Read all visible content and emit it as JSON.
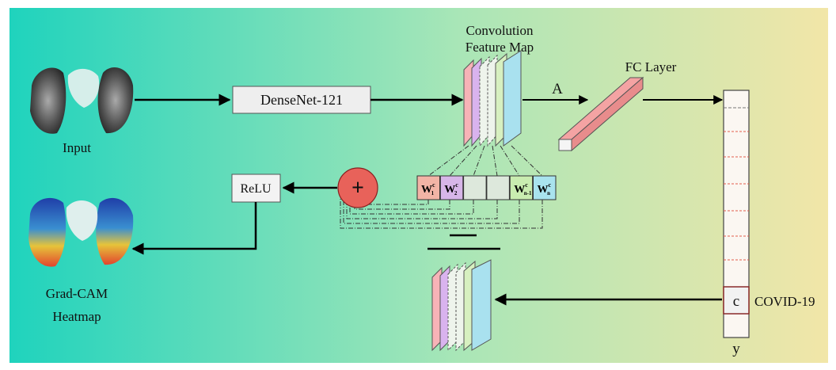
{
  "labels": {
    "input": "Input",
    "densenet": "DenseNet-121",
    "conv_title_1": "Convolution",
    "conv_title_2": "Feature Map",
    "fc_layer": "FC Layer",
    "a": "A",
    "relu": "ReLU",
    "plus": "+",
    "gradcam_1": "Grad-CAM",
    "gradcam_2": "Heatmap",
    "c": "c",
    "covid": "COVID-19",
    "y": "y"
  },
  "weights": [
    {
      "main": "W",
      "sup": "c",
      "sub": "1",
      "color": "#f2b4a6"
    },
    {
      "main": "W",
      "sup": "c",
      "sub": "2",
      "color": "#d7b6e8"
    },
    {
      "main": "",
      "sup": "",
      "sub": "",
      "color": "#dde8dc"
    },
    {
      "main": "",
      "sup": "",
      "sub": "",
      "color": "#dde8dc"
    },
    {
      "main": "W",
      "sup": "c",
      "sub": "n-1",
      "color": "#c9ecb0"
    },
    {
      "main": "W",
      "sup": "c",
      "sub": "n",
      "color": "#a9e3ee"
    }
  ],
  "colors": {
    "bg_left": "#1fd3bd",
    "bg_mid": "#a9e6b7",
    "bg_right": "#f2e6a8",
    "plus_node": "#e8625a",
    "fc_bar": "#f4a3a3",
    "map_pink": "#f7b3b7",
    "map_purple": "#d9b3ee",
    "map_green": "#d7f0c0",
    "map_blue": "#a9e1ef"
  }
}
